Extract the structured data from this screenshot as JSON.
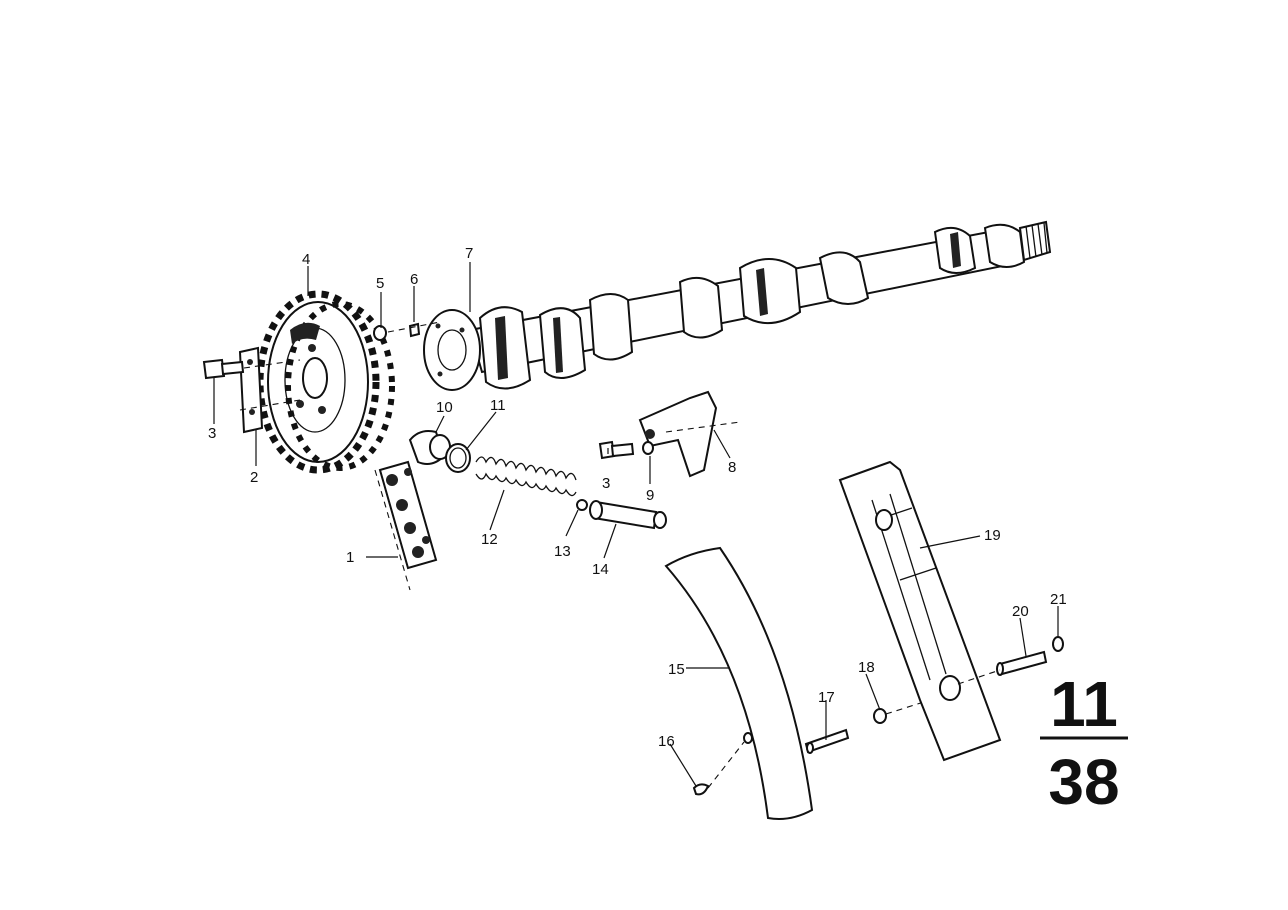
{
  "callouts": [
    "1",
    "2",
    "3",
    "4",
    "5",
    "6",
    "7",
    "8",
    "9",
    "10",
    "11",
    "12",
    "13",
    "14",
    "15",
    "16",
    "17",
    "18",
    "19",
    "20",
    "21",
    "3"
  ],
  "group_number": {
    "top": "11",
    "bottom": "38"
  },
  "colors": {
    "ink": "#111111",
    "background": "#ffffff"
  }
}
